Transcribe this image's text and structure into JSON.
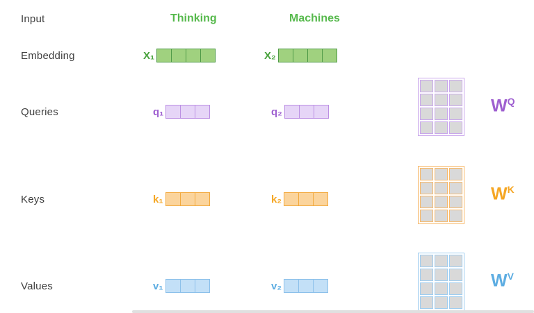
{
  "row_labels": {
    "input": "Input",
    "embedding": "Embedding",
    "queries": "Queries",
    "keys": "Keys",
    "values": "Values"
  },
  "words": [
    "Thinking",
    "Machines"
  ],
  "vectors": {
    "x1": "X₁",
    "x2": "X₂",
    "q1": "q₁",
    "q2": "q₂",
    "k1": "k₁",
    "k2": "k₂",
    "v1": "v₁",
    "v2": "v₂"
  },
  "structure": {
    "embedding_cells": 4,
    "query_key_value_cells": 3,
    "weight_matrix_rows": 4,
    "weight_matrix_cols": 3
  },
  "weight_matrices": {
    "wq": {
      "base": "W",
      "sup": "Q"
    },
    "wk": {
      "base": "W",
      "sup": "K"
    },
    "wv": {
      "base": "W",
      "sup": "V"
    }
  },
  "colors": {
    "green_text": "#56b94c",
    "green_fill": "#a0d17f",
    "green_border": "#4f9a48",
    "purple_text": "#9e5fd0",
    "purple_fill": "#e6d5f7",
    "purple_border": "#bb8fe3",
    "orange_text": "#f5a623",
    "orange_fill": "#fbd49c",
    "orange_border": "#f2a93d",
    "blue_text": "#5dade2",
    "blue_fill": "#c3e0f7",
    "blue_border": "#8cc0ea",
    "matrix_cell_fill": "#d9d9d9"
  }
}
